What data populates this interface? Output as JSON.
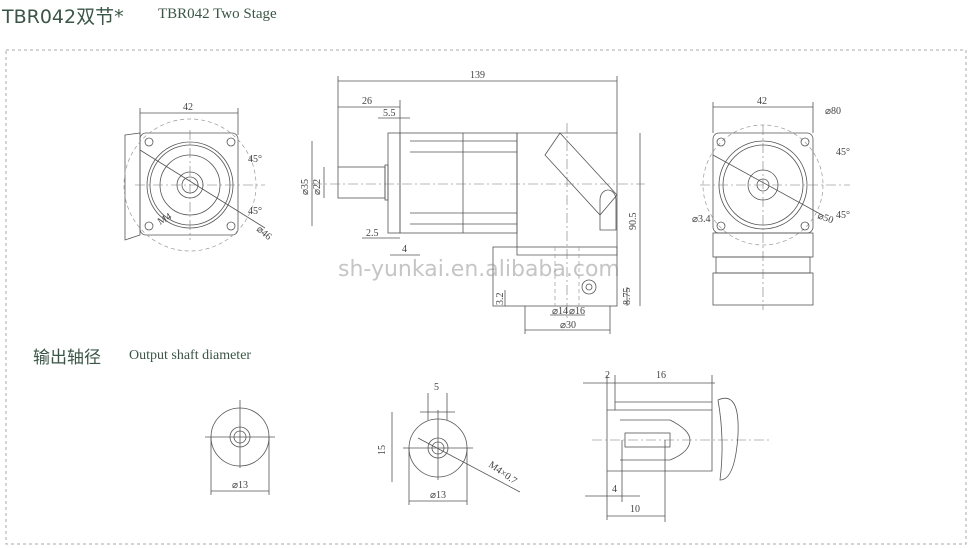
{
  "header": {
    "title_cn": "TBR042双节*",
    "title_en": "TBR042 Two Stage"
  },
  "section": {
    "title_cn": "输出轴径",
    "title_en": "Output shaft diameter"
  },
  "watermark": "sh-yunkai.en.alibaba.com",
  "colors": {
    "title": "#3b5646",
    "lines": "#555555",
    "border": "#aaaaaa"
  },
  "front_view": {
    "width": "42",
    "angle_top": "45°",
    "angle_bottom": "45°",
    "bolt_circle": "⌀46",
    "thread": "M4"
  },
  "side_view": {
    "length": "139",
    "shaft_length": "26",
    "flange_t": "5.5",
    "dia_outer": "⌀35",
    "dia_shaft": "⌀22",
    "step": "2.5",
    "gap": "4",
    "height": "90.5",
    "output_offset": "8.75",
    "small_h": "3.2",
    "dia_14": "⌀14",
    "dia_16": "⌀16",
    "dia_30": "⌀30"
  },
  "rear_view": {
    "width": "42",
    "bolt_circle": "⌀80",
    "pilot": "⌀50",
    "hole": "⌀3.4",
    "angle_top": "45°",
    "angle_bottom": "45°"
  },
  "shaft_a": {
    "dia": "⌀13"
  },
  "shaft_b": {
    "key": "5",
    "height": "15",
    "dia": "⌀13",
    "thread": "M4×0.7"
  },
  "shaft_section": {
    "a": "2",
    "b": "16",
    "c": "4",
    "d": "10"
  }
}
